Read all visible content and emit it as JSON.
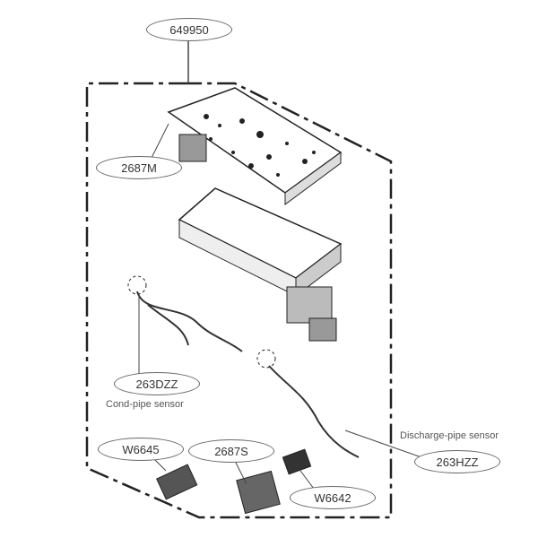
{
  "assembly": {
    "part_no": "649950"
  },
  "parts": [
    {
      "part_no": "2687M"
    },
    {
      "part_no": "263DZZ",
      "caption": "Cond-pipe sensor"
    },
    {
      "part_no": "263HZZ",
      "caption": "Discharge-pipe sensor"
    },
    {
      "part_no": "W6645"
    },
    {
      "part_no": "2687S"
    },
    {
      "part_no": "W6642"
    }
  ]
}
